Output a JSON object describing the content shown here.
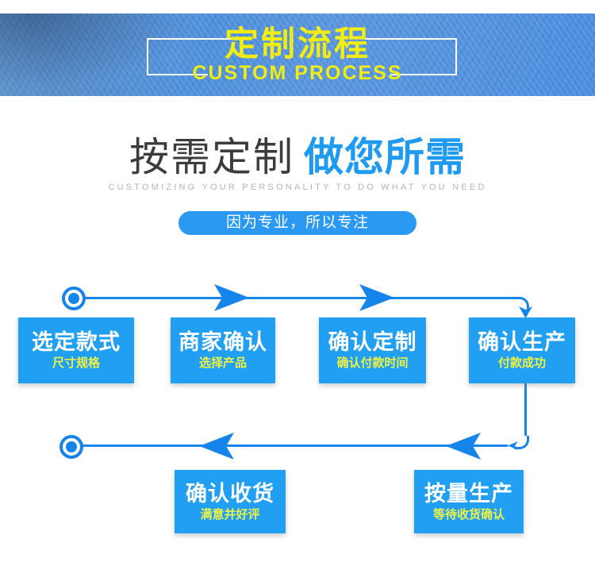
{
  "banner": {
    "title": "定制流程",
    "subtitle": "CUSTOM PROCESS",
    "text_color": "#F2EC15",
    "bg_color": "#4E90DC"
  },
  "hero": {
    "title_dark": "按需定制",
    "title_blue": "做您所需",
    "tagline": "CUSTOMIZING YOUR PERSONALITY TO DO WHAT YOU NEED",
    "slogan": "因为专业，所以专注",
    "accent_color": "#1E9AF0",
    "slogan_bg_color": "#2B98F2"
  },
  "flow": {
    "line_color": "#1685EB",
    "box_color": "#219FF3",
    "subtitle_color": "#EFF243",
    "steps_row1": [
      {
        "title": "选定款式",
        "subtitle": "尺寸规格"
      },
      {
        "title": "商家确认",
        "subtitle": "选择产品"
      },
      {
        "title": "确认定制",
        "subtitle": "确认付款时间"
      },
      {
        "title": "确认生产",
        "subtitle": "付款成功"
      }
    ],
    "steps_row2": [
      {
        "title": "确认收货",
        "subtitle": "满意并好评"
      },
      {
        "title": "按量生产",
        "subtitle": "等待收货确认"
      }
    ]
  }
}
